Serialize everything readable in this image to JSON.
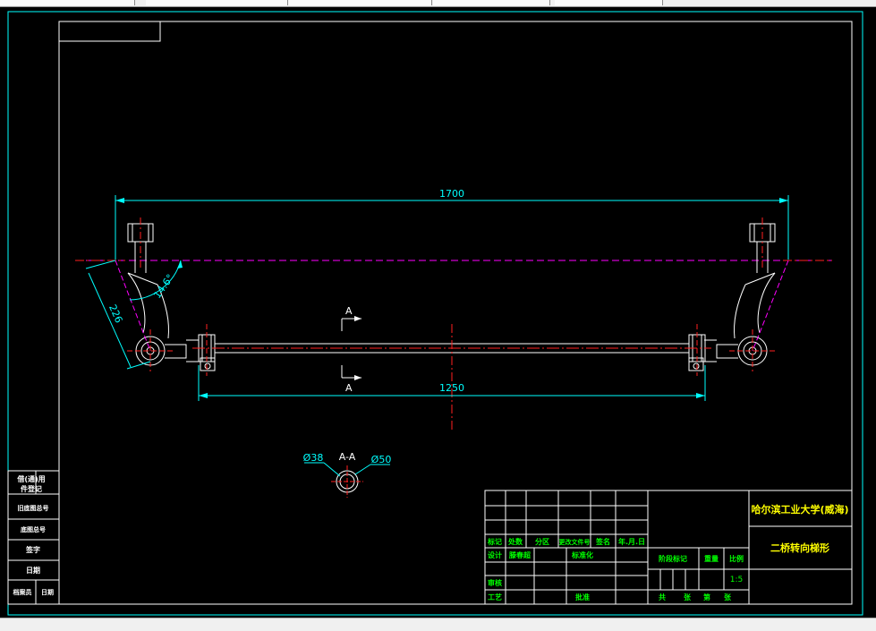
{
  "colors": {
    "background": "#000000",
    "cyan": "#00ffff",
    "red": "#ff2020",
    "magenta": "#ff00ff",
    "white": "#ffffff",
    "green": "#00ff00",
    "yellow": "#ffff00"
  },
  "dimensions": {
    "overall_width": "1700",
    "track_rod_length": "1250",
    "arm_length": "226",
    "arm_angle": "14.6°",
    "inner_diameter": "Ø38",
    "outer_diameter": "Ø50"
  },
  "section": {
    "letter_top": "A",
    "letter_bottom": "A",
    "label": "A-A"
  },
  "left_block": {
    "rows": [
      "借(通)用",
      "件登记",
      "旧底图总号",
      "底图总号",
      "签字",
      "日期",
      "档案员",
      "日期"
    ]
  },
  "title_block": {
    "university": "哈尔滨工业大学(威海)",
    "drawing_title": "二桥转向梯形",
    "header_labels": [
      "标记",
      "处数",
      "分区",
      "更改文件号",
      "签名",
      "年.月.日"
    ],
    "design_label": "设计",
    "designer": "滕春超",
    "standardization_label": "标准化",
    "review_label": "审核",
    "process_label": "工艺",
    "approval_label": "批准",
    "stage_mark_label": "阶段标记",
    "weight_label": "重量",
    "scale_label": "比例",
    "scale_value": "1:5",
    "sheets_total_a": "共",
    "sheets_total_b": "张",
    "sheet_no_a": "第",
    "sheet_no_b": "张"
  }
}
